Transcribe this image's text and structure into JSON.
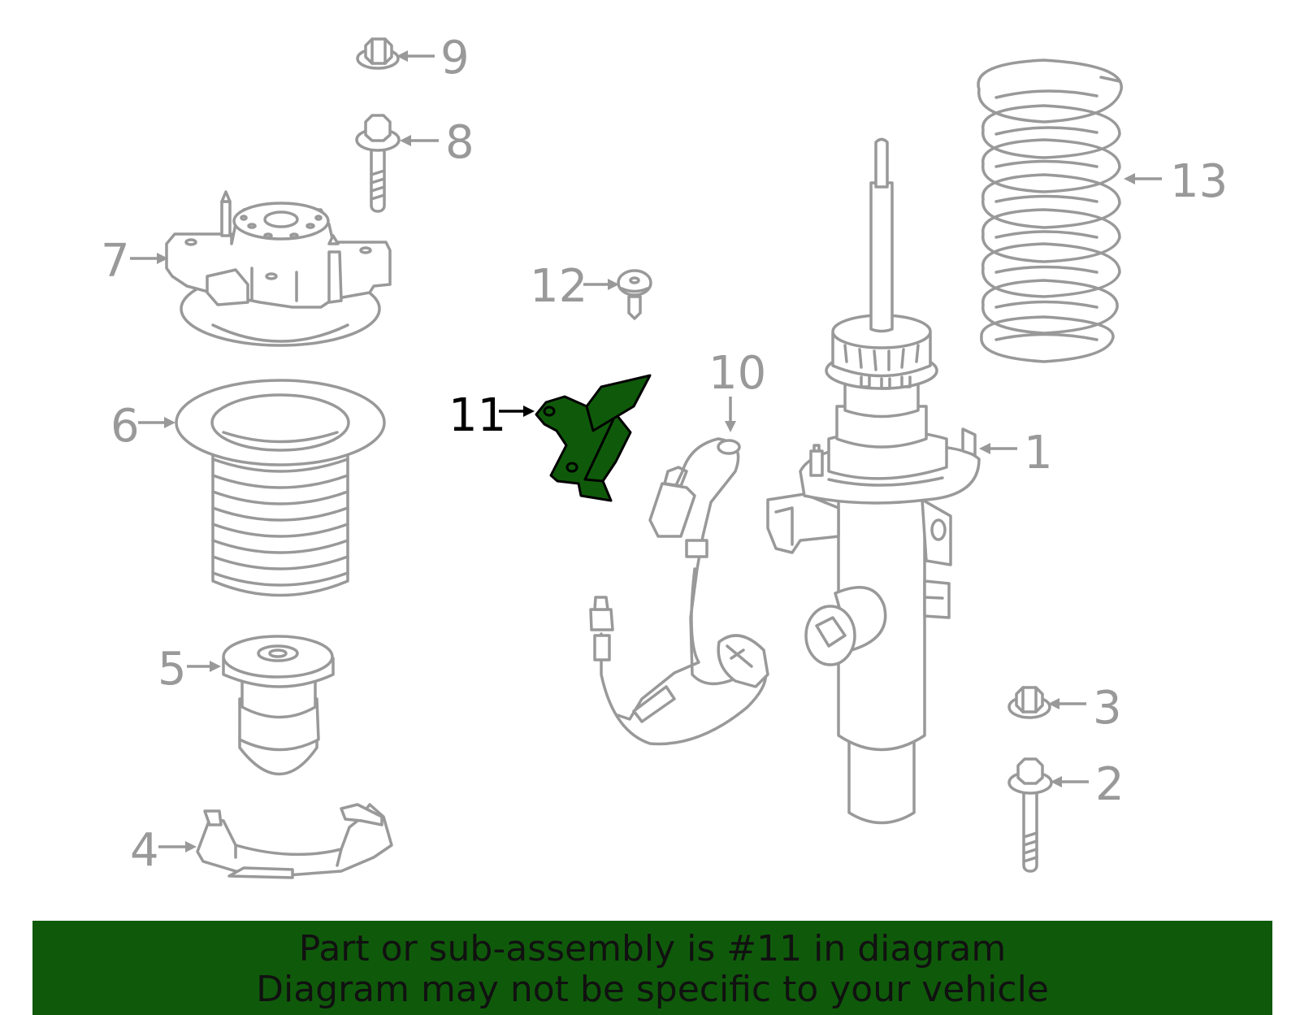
{
  "colors": {
    "highlight": "#0f5a0a",
    "line": "#999999",
    "highlight_outline": "#000000",
    "banner": "#0f5a0a"
  },
  "highlighted_callout": "11",
  "callouts": {
    "c1": "1",
    "c2": "2",
    "c3": "3",
    "c4": "4",
    "c5": "5",
    "c6": "6",
    "c7": "7",
    "c8": "8",
    "c9": "9",
    "c10": "10",
    "c11": "11",
    "c12": "12",
    "c13": "13"
  },
  "banner": {
    "line1": "Part or sub-assembly is #11 in diagram",
    "line2": "Diagram may not be specific to your vehicle"
  }
}
